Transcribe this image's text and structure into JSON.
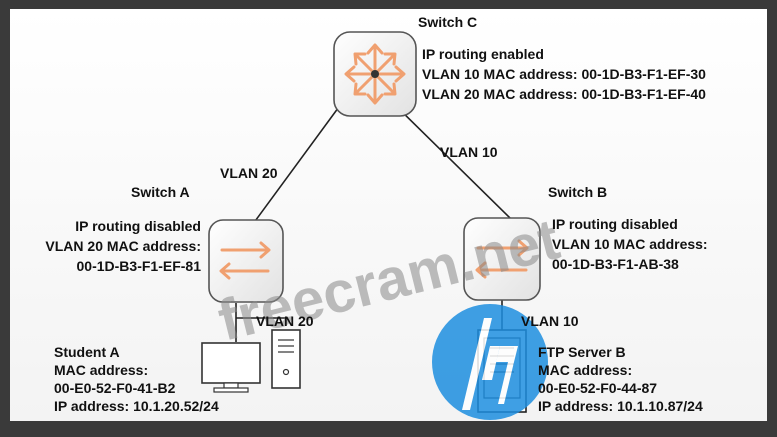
{
  "switch_c": {
    "name": "Switch C",
    "lines": [
      "IP routing enabled",
      "VLAN 10 MAC address: 00-1D-B3-F1-EF-30",
      "VLAN 20 MAC address: 00-1D-B3-F1-EF-40"
    ]
  },
  "switch_a": {
    "name": "Switch A",
    "lines": [
      "IP routing disabled",
      "VLAN 20 MAC address:",
      "00-1D-B3-F1-EF-81"
    ]
  },
  "switch_b": {
    "name": "Switch B",
    "lines": [
      "IP routing disabled",
      "VLAN 10 MAC address:",
      "00-1D-B3-F1-AB-38"
    ]
  },
  "links": {
    "c_to_a_label": "VLAN 20",
    "c_to_b_label": "VLAN 10",
    "a_to_student_label": "VLAN 20",
    "b_to_server_label": "VLAN 10"
  },
  "student_a": {
    "name": "Student A",
    "lines": [
      "MAC address:",
      "00-E0-52-F0-41-B2",
      "IP address: 10.1.20.52/24"
    ]
  },
  "ftp_server_b": {
    "name": "FTP Server B",
    "lines": [
      "MAC address:",
      "00-E0-52-F0-44-87",
      "IP address: 10.1.10.87/24"
    ]
  },
  "watermark": "freecram.net",
  "colors": {
    "arrow_orange": "#f0a070",
    "arrow_blue_orange": "#f5a878",
    "frame": "#3a3a3a",
    "watermark_gray": "#8a8a8a",
    "logo_blue": "#1e8fe0"
  }
}
